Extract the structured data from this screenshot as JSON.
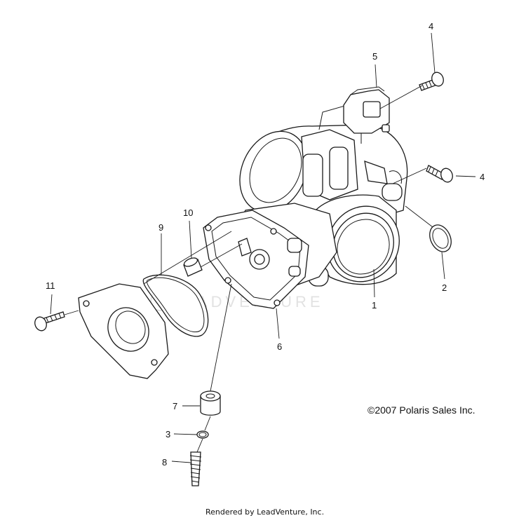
{
  "diagram": {
    "callouts": {
      "c1": "1",
      "c2": "2",
      "c3": "3",
      "c4a": "4",
      "c4b": "4",
      "c5": "5",
      "c6": "6",
      "c7": "7",
      "c8": "8",
      "c9": "9",
      "c10": "10",
      "c11": "11"
    },
    "copyright": "©2007 Polaris Sales Inc.",
    "watermark": "LEADVENTURE",
    "footer": "Rendered by LeadVenture, Inc."
  },
  "colors": {
    "line": "#1a1a1a",
    "background": "#ffffff",
    "watermark": "#e2e2e2"
  }
}
